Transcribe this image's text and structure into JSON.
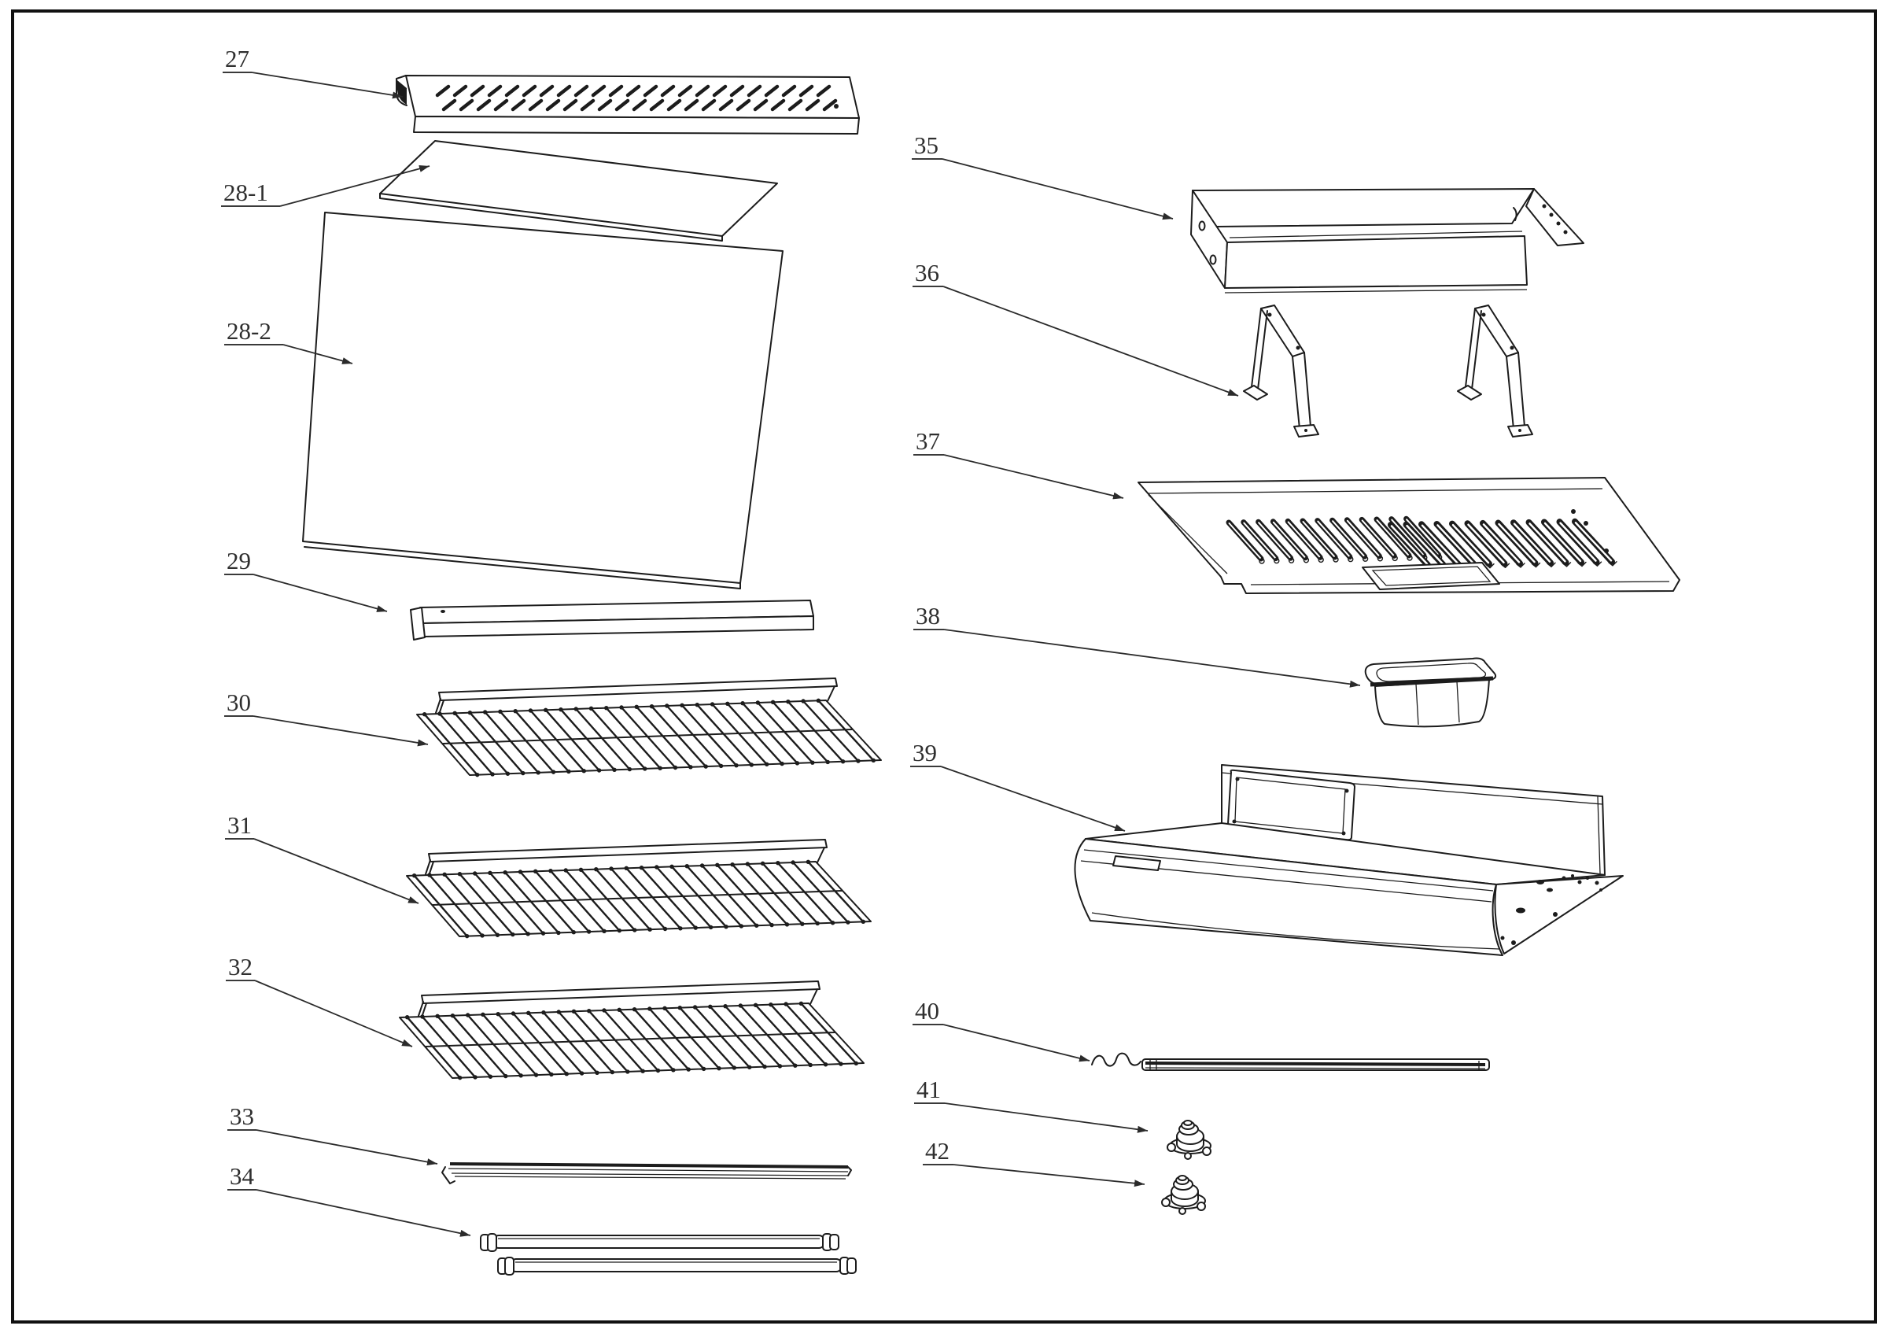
{
  "figure": {
    "type": "exploded-parts-diagram",
    "colors": {
      "line": "#1c1c1c",
      "background": "#ffffff",
      "label_text": "#2f2f2f"
    },
    "callouts": [
      {
        "label": "27",
        "part": "vent-grille-top-panel"
      },
      {
        "label": "28-1",
        "part": "glass-top-panel"
      },
      {
        "label": "28-2",
        "part": "glass-front-panel"
      },
      {
        "label": "29",
        "part": "support-bar"
      },
      {
        "label": "30",
        "part": "wire-shelf-upper"
      },
      {
        "label": "31",
        "part": "wire-shelf-middle"
      },
      {
        "label": "32",
        "part": "wire-shelf-lower"
      },
      {
        "label": "33",
        "part": "trim-rail"
      },
      {
        "label": "34",
        "part": "lamp-tube-pair"
      },
      {
        "label": "35",
        "part": "top-tray"
      },
      {
        "label": "36",
        "part": "support-bracket-pair"
      },
      {
        "label": "37",
        "part": "louvered-vent-panel"
      },
      {
        "label": "38",
        "part": "condensate-pan"
      },
      {
        "label": "39",
        "part": "control-housing"
      },
      {
        "label": "40",
        "part": "heater-tube"
      },
      {
        "label": "41",
        "part": "thermostat-upper"
      },
      {
        "label": "42",
        "part": "thermostat-lower"
      }
    ]
  }
}
